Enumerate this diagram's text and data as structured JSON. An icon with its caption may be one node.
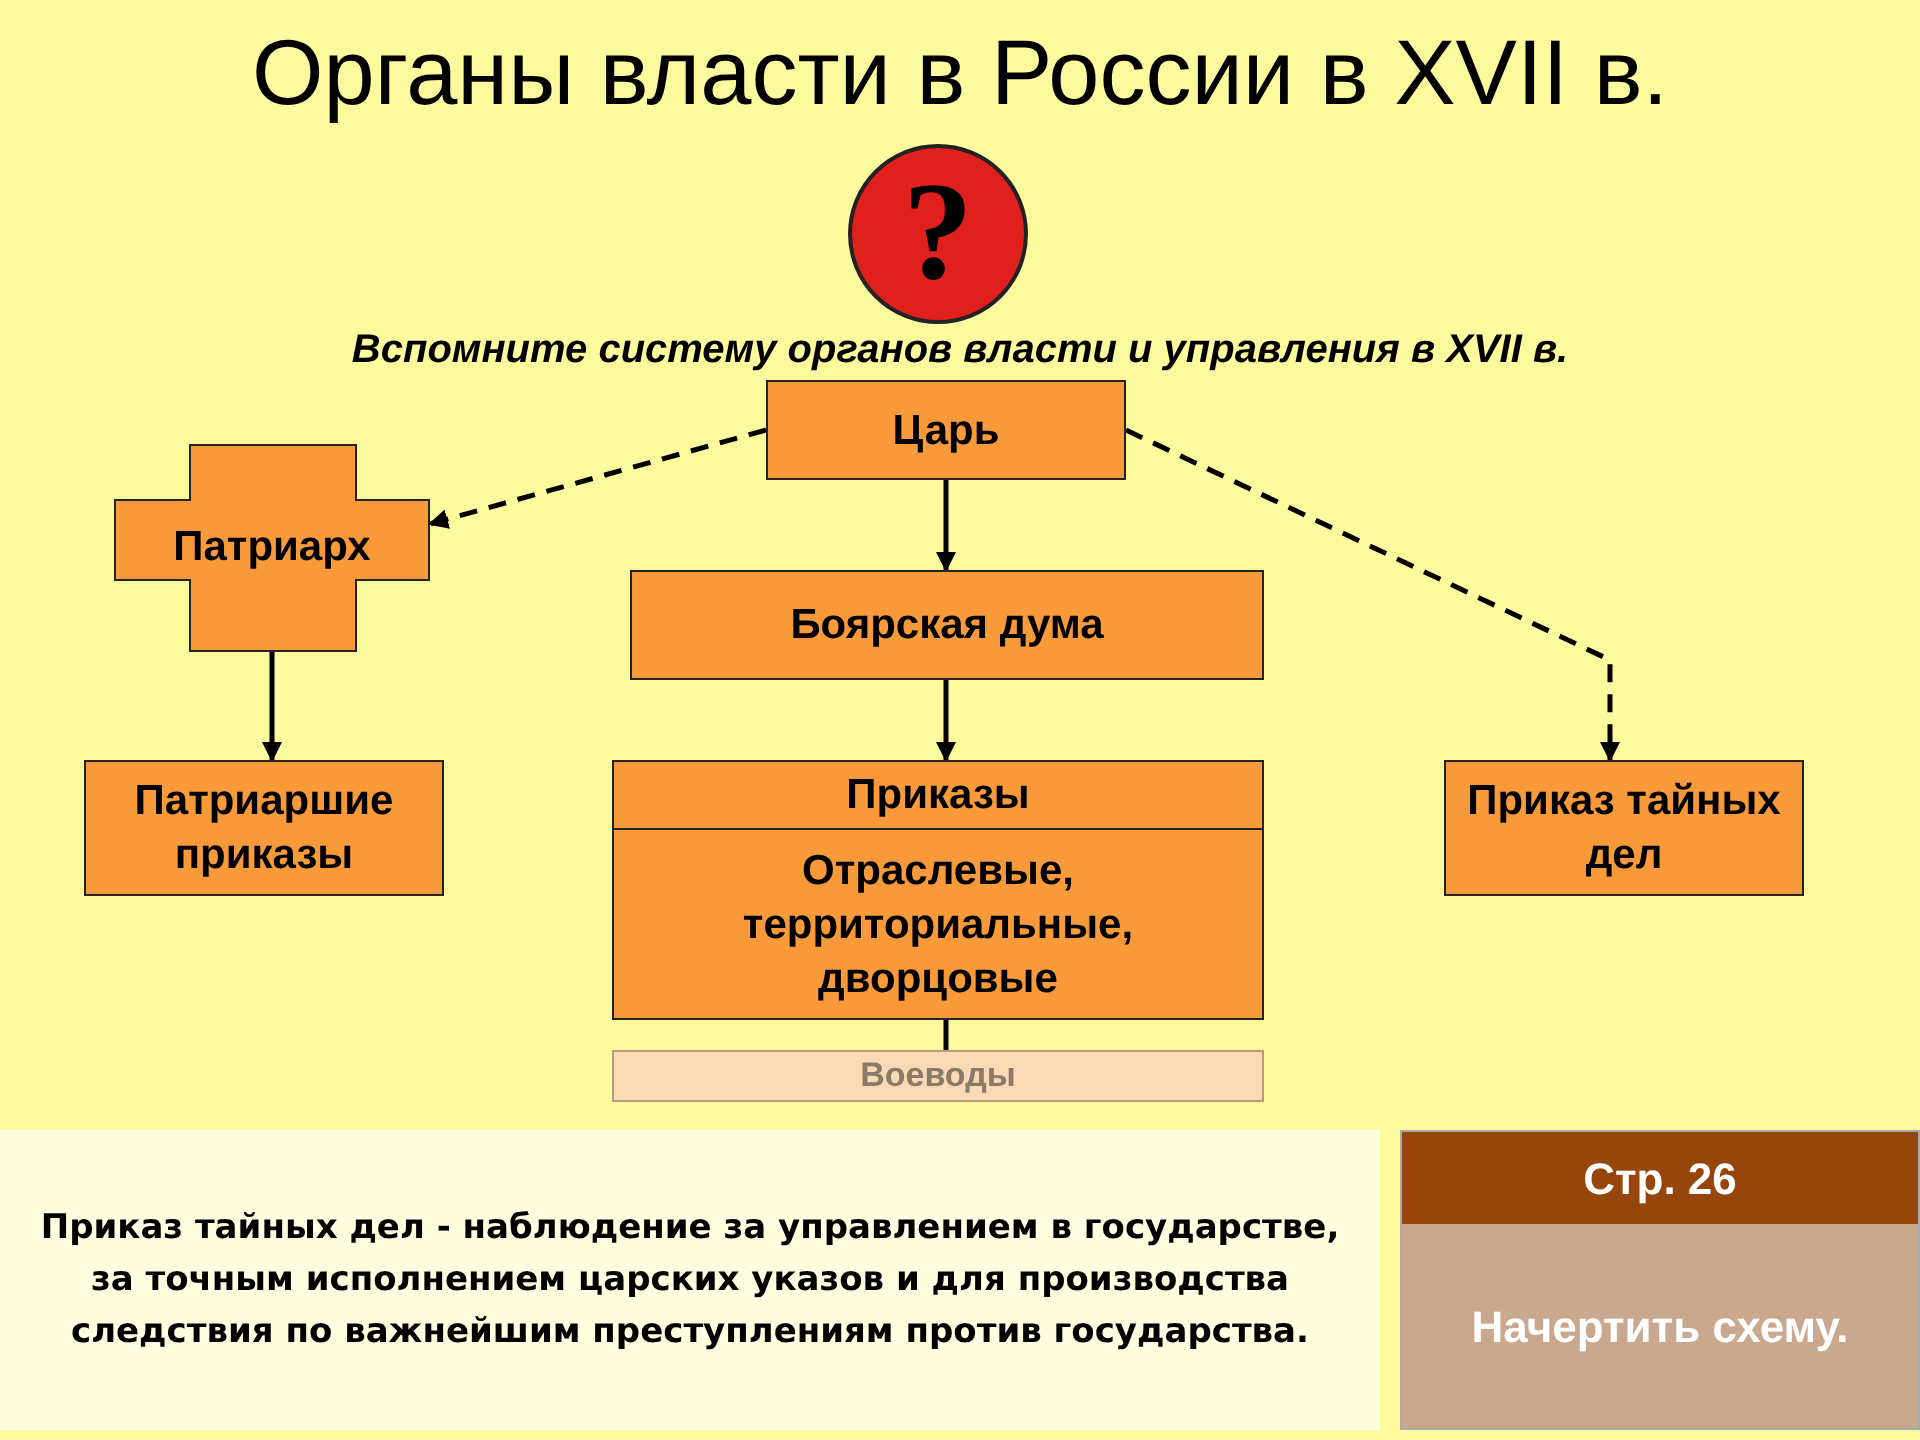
{
  "diagram": {
    "title": "Органы власти в России в XVII в.",
    "nodes": [
      {
        "text": [
          "Царь"
        ]
      },
      {
        "text": [
          "Патриарх"
        ]
      },
      {
        "text": [
          "Боярская дума"
        ]
      },
      {
        "text": [
          "Патриаршие приказы"
        ]
      },
      {
        "text": [
          "Приказы",
          "Отраслевые, территориальные, дворцовые"
        ]
      },
      {
        "text": [
          "Приказ тайных дел"
        ]
      },
      {
        "text": [
          "Воеводы"
        ]
      },
      {
        "text": [
          "Стр. 26",
          "Начертить схему."
        ]
      }
    ],
    "edges": [
      {
        "from": 0,
        "to": 1,
        "arrow": "to",
        "style": "dashed"
      },
      {
        "from": 0,
        "to": 5,
        "arrow": "to",
        "style": "dashed"
      },
      {
        "from": 0,
        "to": 2,
        "arrow": "to"
      },
      {
        "from": 2,
        "to": 4,
        "arrow": "to"
      },
      {
        "from": 1,
        "to": 3,
        "arrow": "to"
      },
      {
        "from": 4,
        "to": 6,
        "arrow": "none"
      }
    ],
    "labels": [
      "?",
      "Вспомните систему органов власти и управления в XVII в.",
      "Приказ тайных дел - наблюдение за управлением в государстве, за точным исполнением царских указов и для производства следствия по важнейшим преступлениям против государства."
    ]
  }
}
